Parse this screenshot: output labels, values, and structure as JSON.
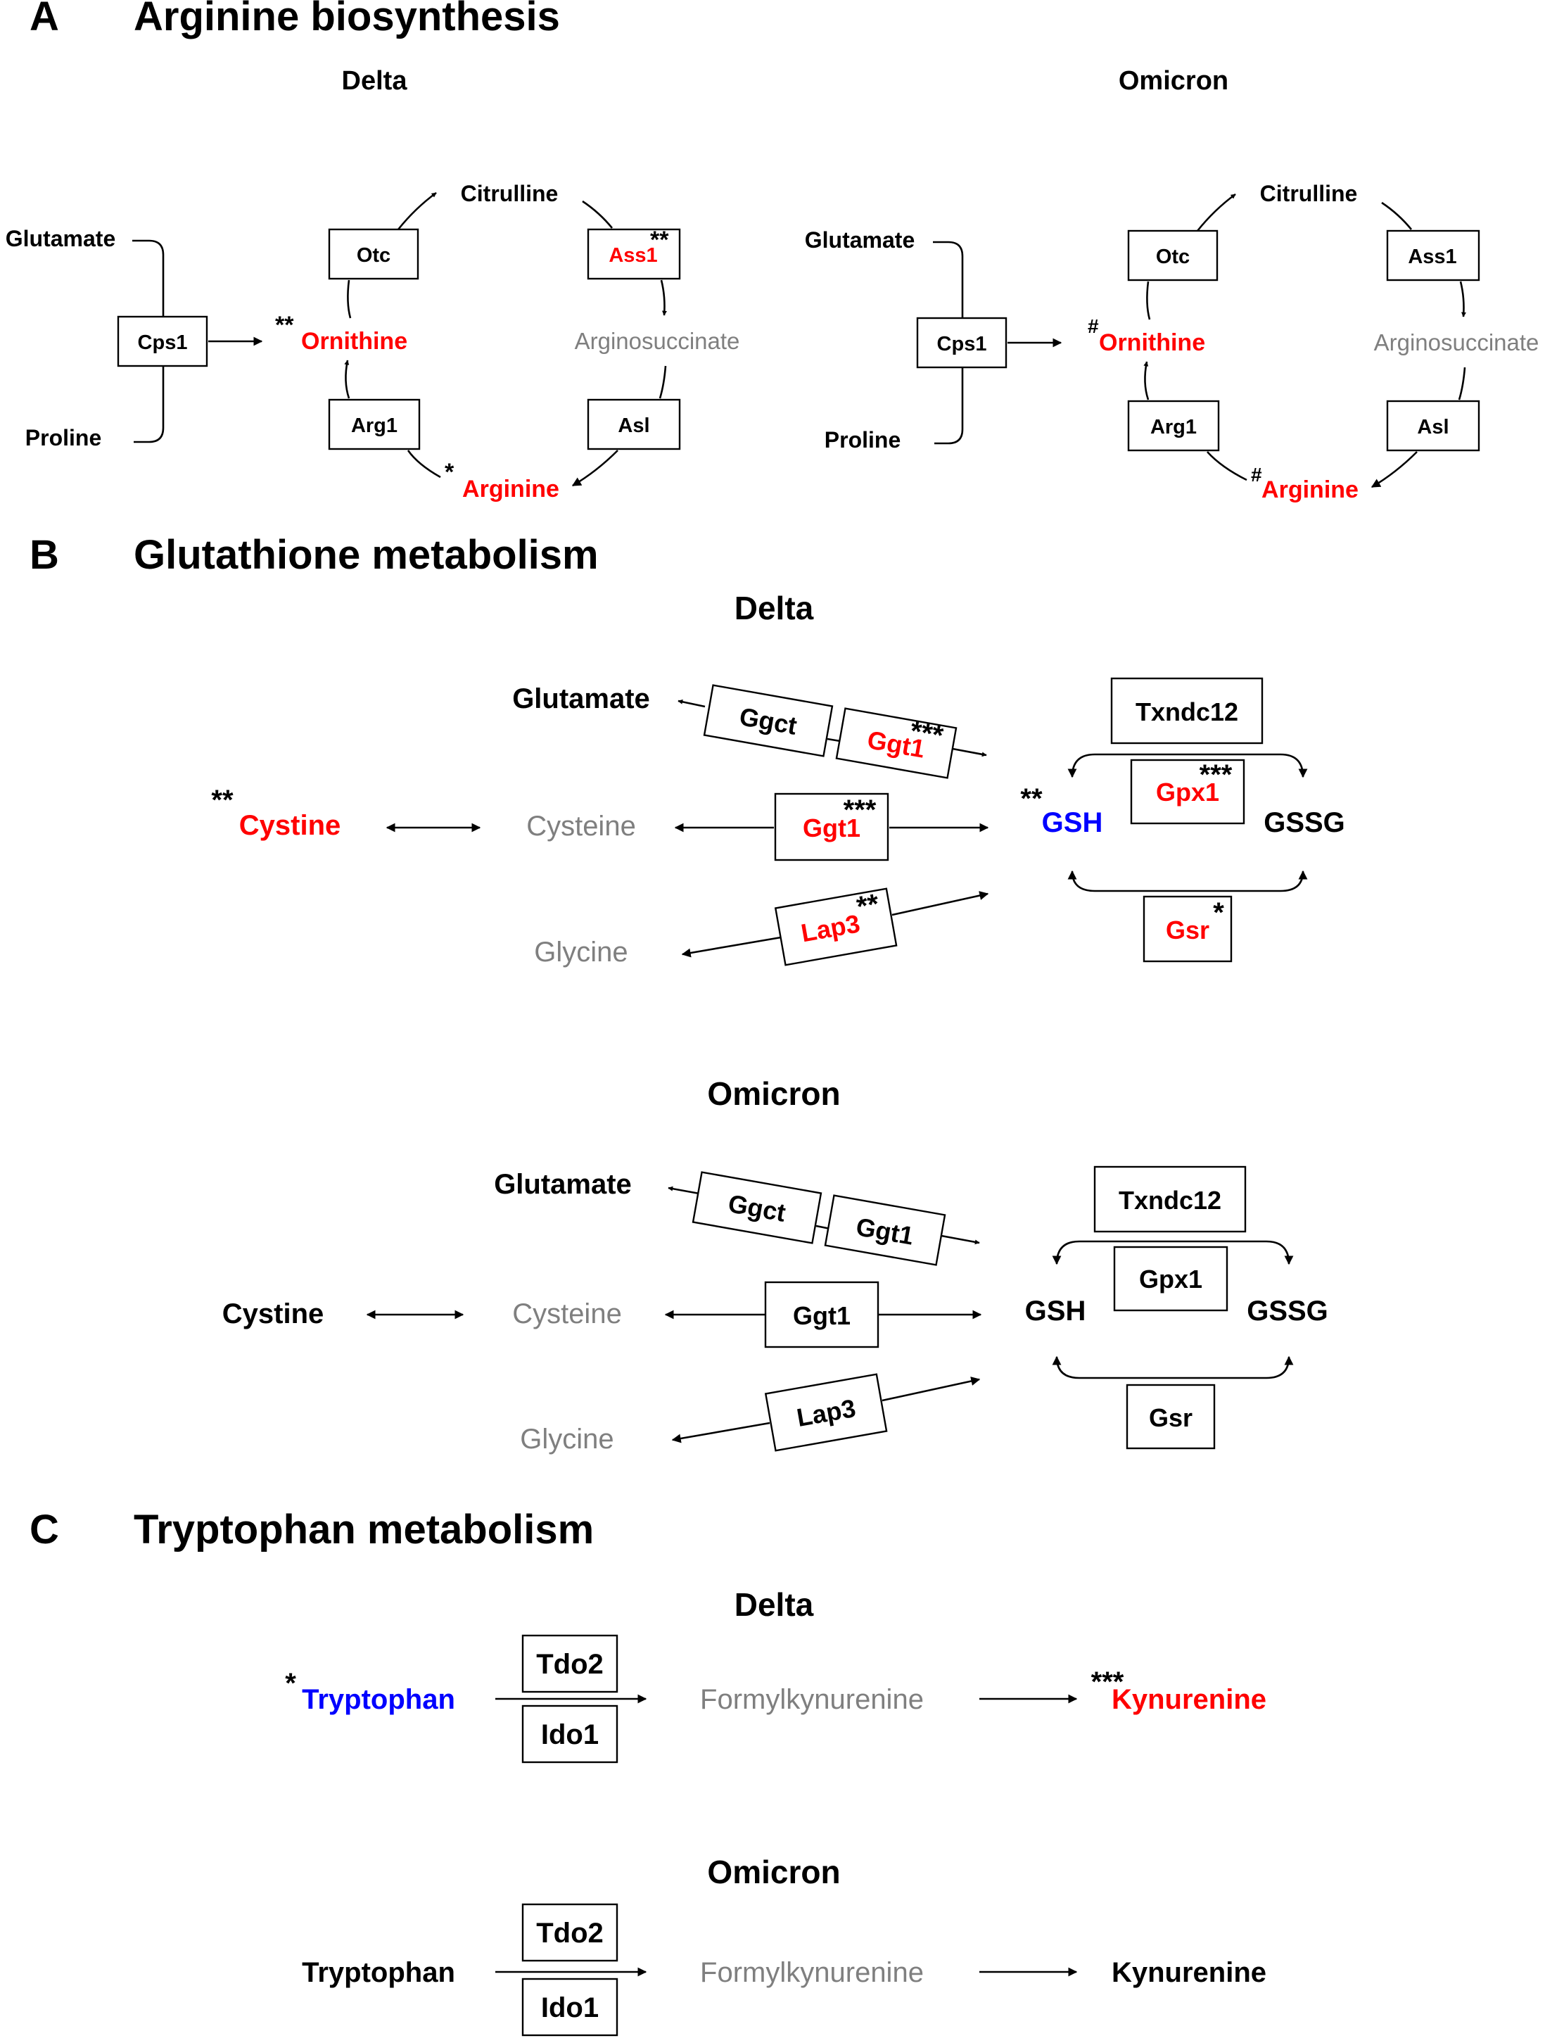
{
  "colors": {
    "black": "#000000",
    "red": "#ff0000",
    "blue": "#0000ff",
    "gray": "#7f7f7f"
  },
  "panelA": {
    "letter": "A",
    "title": "Arginine biosynthesis",
    "delta": {
      "heading": "Delta",
      "glutamate": "Glutamate",
      "proline": "Proline",
      "cps1": "Cps1",
      "ornithine": "Ornithine",
      "ornithine_sig": "**",
      "otc": "Otc",
      "citrulline": "Citrulline",
      "ass1": "Ass1",
      "ass1_sig": "**",
      "argininosuccinate": "Arginosuccinate",
      "asl": "Asl",
      "arginine": "Arginine",
      "arginine_sig": "*",
      "arg1": "Arg1"
    },
    "omicron": {
      "heading": "Omicron",
      "glutamate": "Glutamate",
      "proline": "Proline",
      "cps1": "Cps1",
      "ornithine": "Ornithine",
      "ornithine_sig": "#",
      "otc": "Otc",
      "citrulline": "Citrulline",
      "ass1": "Ass1",
      "argininosuccinate": "Arginosuccinate",
      "asl": "Asl",
      "arginine": "Arginine",
      "arginine_sig": "#",
      "arg1": "Arg1"
    }
  },
  "panelB": {
    "letter": "B",
    "title": "Glutathione metabolism",
    "delta": {
      "heading": "Delta",
      "cystine": "Cystine",
      "cystine_sig": "**",
      "cysteine": "Cysteine",
      "glutamate": "Glutamate",
      "glycine": "Glycine",
      "ggct": "Ggct",
      "ggt1_top": "Ggt1",
      "ggt1_top_sig": "***",
      "ggt1_mid": "Ggt1",
      "ggt1_mid_sig": "***",
      "lap3": "Lap3",
      "lap3_sig": "**",
      "gsh": "GSH",
      "gsh_sig": "**",
      "gssg": "GSSG",
      "txndc12": "Txndc12",
      "gpx1": "Gpx1",
      "gpx1_sig": "***",
      "gsr": "Gsr",
      "gsr_sig": "*"
    },
    "omicron": {
      "heading": "Omicron",
      "cystine": "Cystine",
      "cysteine": "Cysteine",
      "glutamate": "Glutamate",
      "glycine": "Glycine",
      "ggct": "Ggct",
      "ggt1_top": "Ggt1",
      "ggt1_mid": "Ggt1",
      "lap3": "Lap3",
      "gsh": "GSH",
      "gssg": "GSSG",
      "txndc12": "Txndc12",
      "gpx1": "Gpx1",
      "gsr": "Gsr"
    }
  },
  "panelC": {
    "letter": "C",
    "title": "Tryptophan metabolism",
    "delta": {
      "heading": "Delta",
      "tryptophan": "Tryptophan",
      "tryptophan_sig": "*",
      "tdo2": "Tdo2",
      "ido1": "Ido1",
      "formylkynurenine": "Formylkynurenine",
      "kynurenine": "Kynurenine",
      "kynurenine_sig": "***"
    },
    "omicron": {
      "heading": "Omicron",
      "tryptophan": "Tryptophan",
      "tdo2": "Tdo2",
      "ido1": "Ido1",
      "formylkynurenine": "Formylkynurenine",
      "kynurenine": "Kynurenine"
    }
  }
}
